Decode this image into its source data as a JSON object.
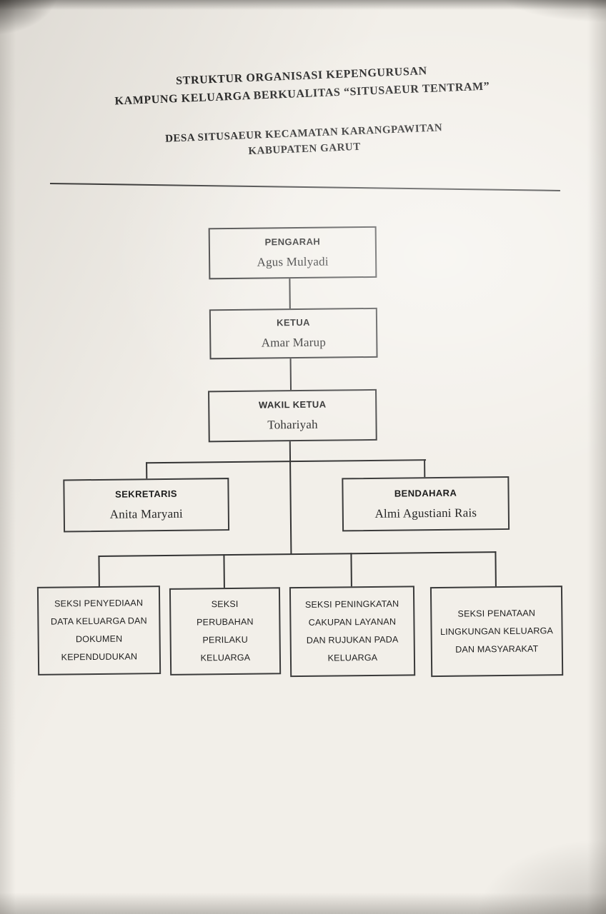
{
  "header": {
    "title_line1": "STRUKTUR ORGANISASI KEPENGURUSAN",
    "title_line2": "KAMPUNG KELUARGA BERKUALITAS “SITUSAEUR TENTRAM”",
    "subtitle_line1": "DESA SITUSAEUR KECAMATAN KARANGPAWITAN",
    "subtitle_line2": "KABUPATEN GARUT"
  },
  "org": {
    "pengarah": {
      "role": "PENGARAH",
      "name": "Agus Mulyadi"
    },
    "ketua": {
      "role": "KETUA",
      "name": "Amar Marup"
    },
    "wakil_ketua": {
      "role": "WAKIL KETUA",
      "name": "Tohariyah"
    },
    "sekretaris": {
      "role": "SEKRETARIS",
      "name": "Anita Maryani"
    },
    "bendahara": {
      "role": "BENDAHARA",
      "name": "Almi Agustiani Rais"
    },
    "seksi": [
      {
        "label": "SEKSI PENYEDIAAN DATA KELUARGA DAN DOKUMEN KEPENDUDUKAN"
      },
      {
        "label": "SEKSI PERUBAHAN PERILAKU KELUARGA"
      },
      {
        "label": "SEKSI PENINGKATAN CAKUPAN LAYANAN DAN RUJUKAN PADA KELUARGA"
      },
      {
        "label": "SEKSI PENATAAN LINGKUNGAN KELUARGA DAN MASYARAKAT"
      }
    ]
  },
  "colors": {
    "paper": "#f2efe9",
    "ink": "#1c1c1c",
    "box_border": "#3b3b3b",
    "connector": "#343434"
  }
}
